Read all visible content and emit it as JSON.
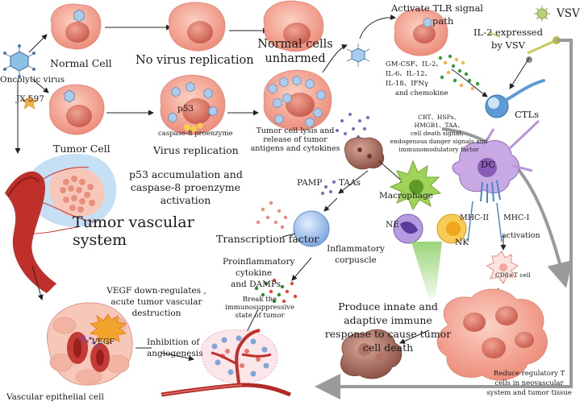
{
  "labels": {
    "oncolytic_virus": "Oncolytic virus",
    "jx597": "JX-597",
    "normal_cell": "Normal Cell",
    "tumor_cell": "Tumor Cell",
    "no_virus_replication": "No virus replication",
    "normal_cells_unharmed_1": "Normal cells",
    "normal_cells_unharmed_2": "unharmed",
    "p53": "p53",
    "caspase8": "caspase-8 proenzyme",
    "virus_replication": "Virus replication",
    "p53_accum_1": "p53 accumulation and",
    "p53_accum_2": "caspase-8 proenzyme",
    "p53_accum_3": "activation",
    "lysis_1": "Tumor cell lysis and",
    "lysis_2": "release of tumor",
    "lysis_3": "antigens and cytokines",
    "tlr_1": "Activate TLR signal",
    "tlr_2": "path",
    "cytokines_1": "GM-CSF、IL-2、",
    "cytokines_2": "IL-6、IL-12、",
    "cytokines_3": "IL-18、IFNγ",
    "cytokines_4": "and chemokine",
    "vsv": "VSV",
    "il2_1": "IL-2 expressed",
    "il2_2": "by VSV",
    "ctls": "CTLs",
    "crt_1": "CRT、HSPs、",
    "crt_2": "HMGB1、TAA、",
    "crt_3": "cell death signal、",
    "crt_4": "endogenous danger signals and",
    "crt_5": "immunomodulatory factor",
    "dc": "DC",
    "macrophage": "Macrophage",
    "pamp": "PAMP",
    "taas": "TAAs",
    "tumor_vascular_1": "Tumor vascular",
    "tumor_vascular_2": "system",
    "transcription_factor": "Transcription factor",
    "ne": "NE",
    "nk": "NK",
    "mhc2": "MHC-II",
    "mhc1": "MHC-I",
    "activation": "activation",
    "inflammatory_1": "Inflammatory",
    "inflammatory_2": "corpuscle",
    "cd8": "CD8+T cell",
    "proinflam_1": "Proinflammatory",
    "proinflam_2": "cytokine",
    "proinflam_3": "and DAMPs",
    "vegf_down_1": "VEGF down-regulates ,",
    "vegf_down_2": "acute tumor vascular",
    "vegf_down_3": "destruction",
    "vegf": "VEGF",
    "break_1": "Break the",
    "break_2": "immunosuppressive",
    "break_3": "state of tumor",
    "innate_1": "Produce innate and",
    "innate_2": "adaptive immune",
    "innate_3": "response to cause tumor",
    "innate_4": "cell death",
    "inhibition_1": "Inhibition of",
    "inhibition_2": "angiogenesis",
    "vascular_epithelial": "Vascular epithelial cell",
    "reduce_1": "Reduce regulatory T",
    "reduce_2": "cells in neovascular",
    "reduce_3": "system and tumor tissue"
  },
  "colors": {
    "cell_pink": "#f4a593",
    "cell_core": "#e27c6c",
    "virus_blue": "#7fb4dc",
    "jx_orange": "#f2b24a",
    "vessel_red": "#c0302a",
    "macrophage_green": "#9fd35a",
    "dc_purple": "#a27bc6",
    "ne_purple": "#8f74c4",
    "nk_yellow": "#f3b532",
    "ctl_blue": "#4a8fd0",
    "gray_arrow": "#9a9a9a",
    "dead_brown": "#9c6a5c"
  }
}
